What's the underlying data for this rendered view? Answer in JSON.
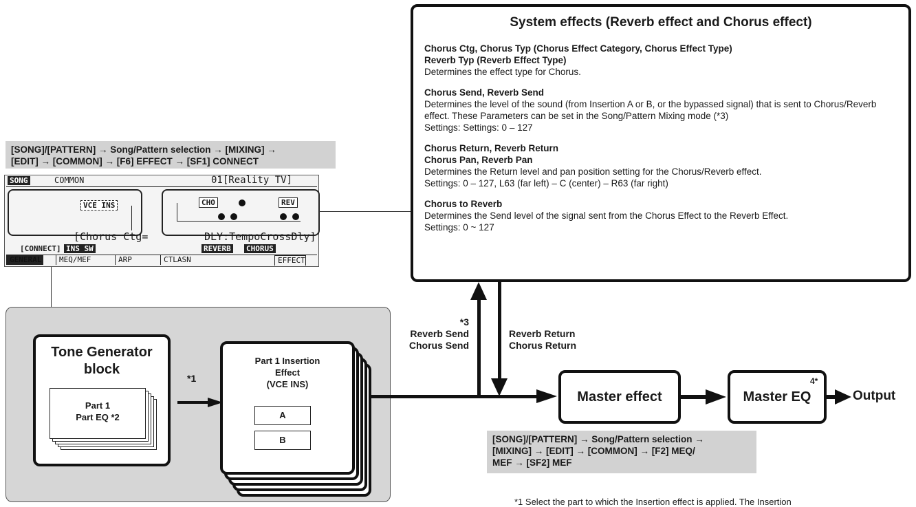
{
  "lcd_path": {
    "line1": "[SONG]/[PATTERN] → Song/Pattern selection → [MIXING] →",
    "line2": "[EDIT] → [COMMON] → [F6] EFFECT → [SF1] CONNECT"
  },
  "lcd": {
    "mode": "SONG",
    "section": "COMMON",
    "song_name": "01[Reality TV]",
    "vce_ins": "VCE INS",
    "cho": "CHO",
    "rev": "REV",
    "chorus_ctg": "[Chorus Ctg=",
    "chorus_type": "DLY:TempoCrossDly]",
    "btn_connect": "[CONNECT]",
    "btn_ins_sw": "INS SW",
    "btn_reverb": "REVERB",
    "btn_chorus": "CHORUS",
    "tabs": [
      "GENERAL",
      "MEQ/MEF",
      "ARP",
      "CTLASN",
      "EFFECT"
    ]
  },
  "system": {
    "title": "System effects (Reverb effect and Chorus effect)",
    "sections": [
      {
        "heading1": "Chorus Ctg, Chorus Typ (Chorus Effect Category, Chorus Effect Type)",
        "heading2": "Reverb Typ (Reverb Effect Type)",
        "text": "Determines the effect type for Chorus.",
        "settings": ""
      },
      {
        "heading1": "Chorus Send, Reverb Send",
        "heading2": "",
        "text": "Determines the level of the sound (from Insertion A or B, or the bypassed signal) that is sent to Chorus/Reverb effect. These Parameters can be set in the Song/Pattern Mixing mode (*3)",
        "settings": "Settings: Settings: 0 – 127"
      },
      {
        "heading1": "Chorus Return, Reverb Return",
        "heading2": "Chorus Pan, Reverb Pan",
        "text": "Determines the Return level and pan position setting for the Chorus/Reverb effect.",
        "settings": "Settings: 0 – 127, L63 (far left) – C (center) – R63 (far right)"
      },
      {
        "heading1": "Chorus to Reverb",
        "heading2": "",
        "text": "Determines the Send level of the signal sent from the Chorus Effect to the Reverb Effect.",
        "settings": "Settings: 0 ~ 127"
      }
    ]
  },
  "tone_generator": {
    "title_line1": "Tone Generator",
    "title_line2": "block",
    "part_line1": "Part 1",
    "part_line2": "Part EQ *2"
  },
  "insertion": {
    "line1": "Part 1 Insertion",
    "line2": "Effect",
    "line3": "(VCE INS)",
    "a": "A",
    "b": "B"
  },
  "signal": {
    "note1": "*1",
    "note3": "*3",
    "send_line1": "Reverb Send",
    "send_line2": "Chorus Send",
    "return_line1": "Reverb Return",
    "return_line2": "Chorus Return",
    "master_effect": "Master effect",
    "master_eq": "Master EQ",
    "note4": "4*",
    "output": "Output"
  },
  "mef_path": {
    "line1": "[SONG]/[PATTERN] → Song/Pattern selection →",
    "line2": "[MIXING] → [EDIT] → [COMMON] → [F2] MEQ/",
    "line3": "MEF → [SF2] MEF"
  },
  "footnote": "*1  Select the part to which the Insertion effect is applied. The Insertion"
}
